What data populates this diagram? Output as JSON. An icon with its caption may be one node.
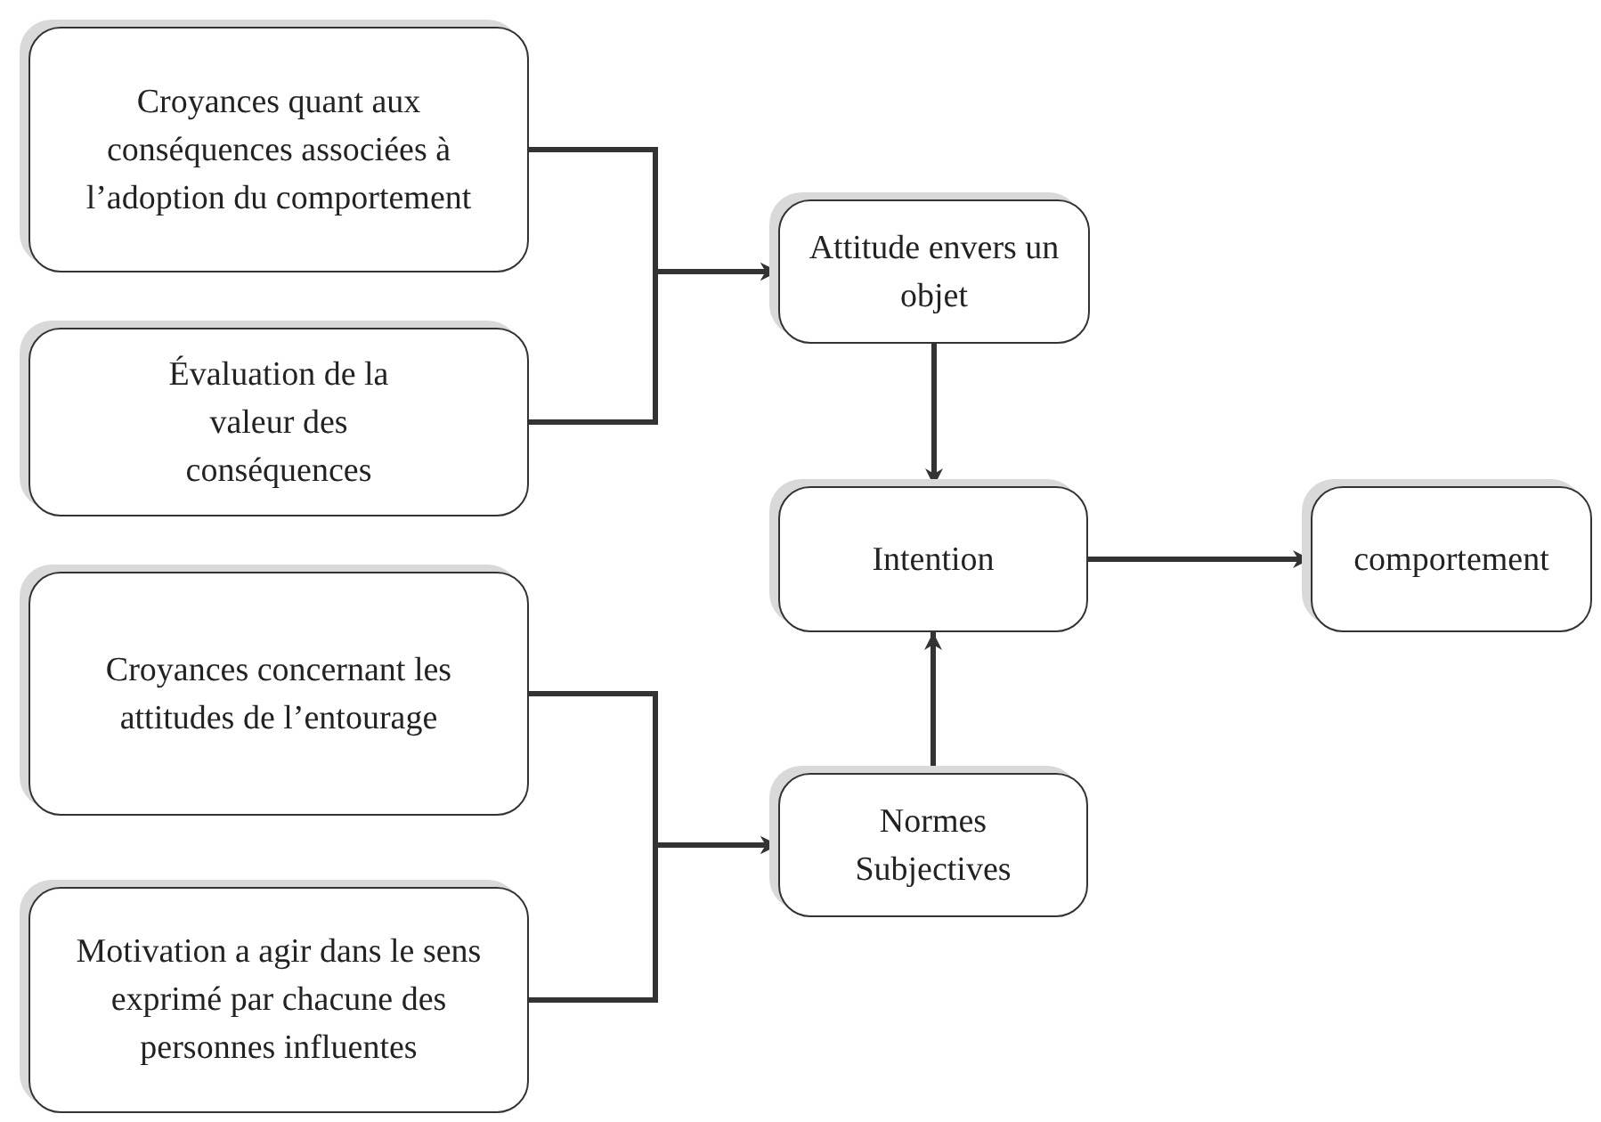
{
  "diagram": {
    "nodes": [
      {
        "text": [
          "Croyances quant aux conséquences associées à l’adoption du comportement"
        ]
      },
      {
        "text": [
          "Évaluation de la valeur des conséquences"
        ]
      },
      {
        "text": [
          "Croyances concernant les attitudes de l’entourage"
        ]
      },
      {
        "text": [
          "Motivation a agir dans le sens exprimé par chacune des personnes influentes"
        ]
      },
      {
        "text": [
          "Attitude envers un objet"
        ]
      },
      {
        "text": [
          "Intention"
        ]
      },
      {
        "text": [
          "Normes Subjectives"
        ]
      },
      {
        "text": [
          "comportement"
        ]
      }
    ],
    "edges": [
      {
        "from": 0,
        "to": 4,
        "arrow": "to"
      },
      {
        "from": 1,
        "to": 4,
        "arrow": "to"
      },
      {
        "from": 2,
        "to": 6,
        "arrow": "to"
      },
      {
        "from": 3,
        "to": 6,
        "arrow": "to"
      },
      {
        "from": 4,
        "to": 5,
        "arrow": "to"
      },
      {
        "from": 6,
        "to": 5,
        "arrow": "to"
      },
      {
        "from": 5,
        "to": 7,
        "arrow": "to"
      }
    ]
  }
}
